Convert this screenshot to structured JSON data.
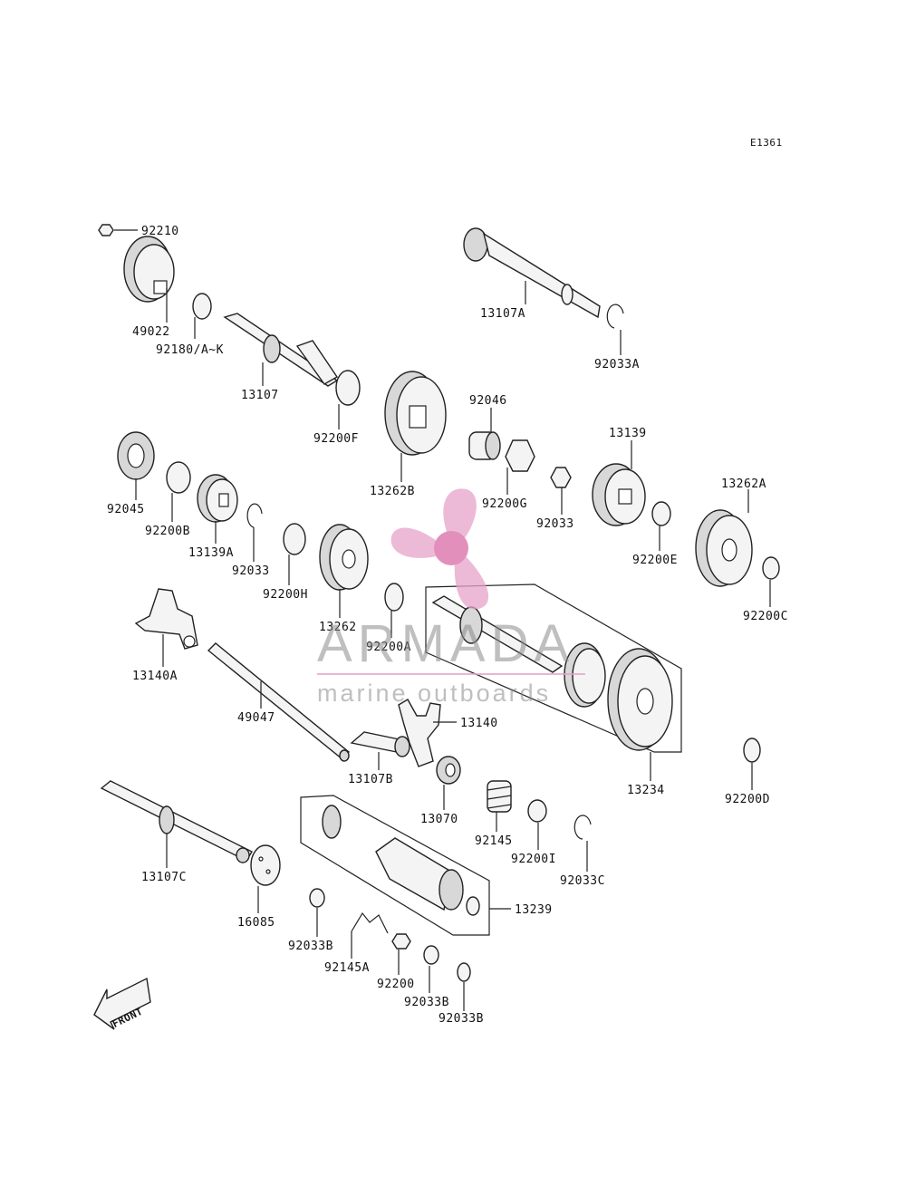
{
  "diagram_code": "E1361",
  "front_label": "FRONT",
  "watermark": {
    "title": "ARMADA",
    "subtitle": "marine outboards",
    "accent_color": "#e6a3c8"
  },
  "parts": [
    {
      "label": "92210"
    },
    {
      "label": "49022"
    },
    {
      "label": "92180/A~K"
    },
    {
      "label": "13107"
    },
    {
      "label": "92200F"
    },
    {
      "label": "13262B"
    },
    {
      "label": "13107A"
    },
    {
      "label": "92033A"
    },
    {
      "label": "92046"
    },
    {
      "label": "92200G"
    },
    {
      "label": "13139"
    },
    {
      "label": "92033"
    },
    {
      "label": "13262A"
    },
    {
      "label": "92200E"
    },
    {
      "label": "92200C"
    },
    {
      "label": "92045"
    },
    {
      "label": "92200B"
    },
    {
      "label": "13139A"
    },
    {
      "label": "92033"
    },
    {
      "label": "92200H"
    },
    {
      "label": "13262"
    },
    {
      "label": "92200A"
    },
    {
      "label": "13140A"
    },
    {
      "label": "49047"
    },
    {
      "label": "13140"
    },
    {
      "label": "13107B"
    },
    {
      "label": "13070"
    },
    {
      "label": "13234"
    },
    {
      "label": "92200D"
    },
    {
      "label": "92145"
    },
    {
      "label": "92200I"
    },
    {
      "label": "92033C"
    },
    {
      "label": "13107C"
    },
    {
      "label": "16085"
    },
    {
      "label": "13239"
    },
    {
      "label": "92033B"
    },
    {
      "label": "92145A"
    },
    {
      "label": "92200"
    },
    {
      "label": "92033B"
    },
    {
      "label": "92033B"
    }
  ]
}
